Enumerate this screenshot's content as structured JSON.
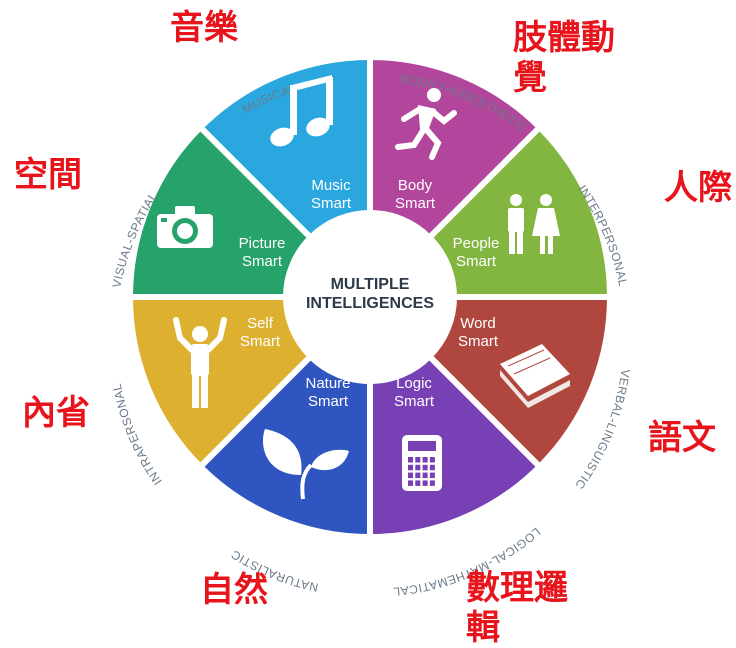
{
  "center": {
    "line1": "MULTIPLE",
    "line2": "INTELLIGENCES"
  },
  "segments": [
    {
      "key": "music",
      "line1": "Music",
      "line2": "Smart",
      "ring_label": "MUSICAL",
      "icon": "music-note-icon",
      "color": "#2aa7df"
    },
    {
      "key": "body",
      "line1": "Body",
      "line2": "Smart",
      "ring_label": "BODILY-KINESTHETIC",
      "icon": "running-person-icon",
      "color": "#b2469c"
    },
    {
      "key": "people",
      "line1": "People",
      "line2": "Smart",
      "ring_label": "INTERPERSONAL",
      "icon": "people-icon",
      "color": "#83b541"
    },
    {
      "key": "word",
      "line1": "Word",
      "line2": "Smart",
      "ring_label": "VERBAL-LINGUISTIC",
      "icon": "book-icon",
      "color": "#b0473e"
    },
    {
      "key": "logic",
      "line1": "Logic",
      "line2": "Smart",
      "ring_label": "LOGICAL-MATHEMATICAL",
      "icon": "calculator-icon",
      "color": "#7740b4"
    },
    {
      "key": "nature",
      "line1": "Nature",
      "line2": "Smart",
      "ring_label": "NATURALISTIC",
      "icon": "leaf-icon",
      "color": "#2f55c0"
    },
    {
      "key": "self",
      "line1": "Self",
      "line2": "Smart",
      "ring_label": "INTRAPERSONAL",
      "icon": "person-arms-up-icon",
      "color": "#deb02f"
    },
    {
      "key": "picture",
      "line1": "Picture",
      "line2": "Smart",
      "ring_label": "VISUAL-SPATIAL",
      "icon": "camera-icon",
      "color": "#26a36a"
    }
  ],
  "chinese_labels": {
    "music": "音樂",
    "body": "肢體動覺",
    "people": "人際",
    "word": "語文",
    "logic": "數理邏輯",
    "nature": "自然",
    "self": "內省",
    "picture": "空間"
  },
  "colors": {
    "chinese_label": "#e8141b",
    "ring_text": "#6a7a8a",
    "center_text": "#2d3a4a"
  }
}
